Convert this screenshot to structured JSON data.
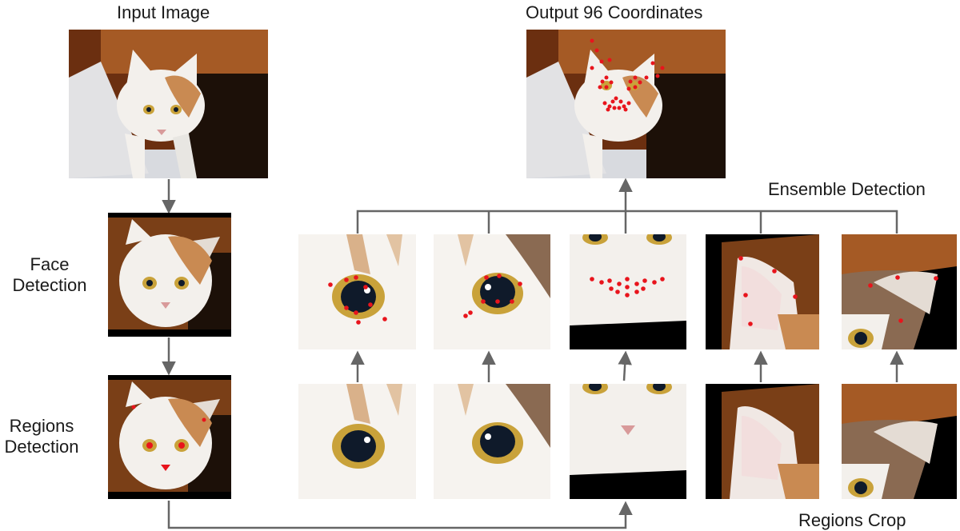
{
  "labels": {
    "input_image": "Input Image",
    "output": "Output 96 Coordinates",
    "face_detection_line1": "Face",
    "face_detection_line2": "Detection",
    "regions_detection_line1": "Regions",
    "regions_detection_line2": "Detection",
    "ensemble_detection": "Ensemble Detection",
    "regions_crop": "Regions Crop"
  },
  "colors": {
    "arrow": "#666666",
    "landmark": "#e8141c",
    "fur_white": "#f4f2f0",
    "fur_orange": "#c98a52",
    "fur_dark": "#4a3a30",
    "wood": "#7a3f17",
    "eye_iris": "#c9a23a",
    "eye_pupil": "#0f1a2a"
  },
  "icons": {
    "arrow_head": "arrow-head-icon"
  }
}
